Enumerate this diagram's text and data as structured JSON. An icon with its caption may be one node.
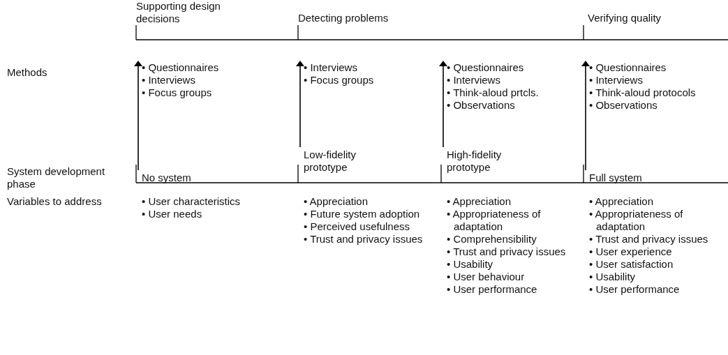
{
  "diagram": {
    "nodes": [
      {
        "text": [
          "• Questionnaires",
          "• Interviews",
          "• Focus groups"
        ]
      },
      {
        "text": [
          "• Interviews",
          "• Focus groups"
        ]
      },
      {
        "text": [
          "• Questionnaires",
          "• Interviews",
          "• Think-aloud prtcls.",
          "• Observations"
        ]
      },
      {
        "text": [
          "• Questionnaires",
          "• Interviews",
          "• Think-aloud protocols",
          "• Observations"
        ]
      },
      {
        "text": [
          "No system"
        ]
      },
      {
        "text": [
          "Low-fidelity prototype"
        ]
      },
      {
        "text": [
          "High-fidelity prototype"
        ]
      },
      {
        "text": [
          "Full system"
        ]
      }
    ],
    "edges": [
      {
        "from": 4,
        "to": 0,
        "arrow": "to"
      },
      {
        "from": 5,
        "to": 1,
        "arrow": "to"
      },
      {
        "from": 6,
        "to": 2,
        "arrow": "to"
      },
      {
        "from": 7,
        "to": 3,
        "arrow": "to"
      }
    ],
    "labels": [
      "Supporting design decisions",
      "Detecting problems",
      "Verifying quality",
      "Methods",
      "System development phase",
      "Variables to address",
      "• User characteristics",
      "• User needs",
      "• Appreciation",
      "• Future system adoption",
      "• Perceived usefulness",
      "• Trust and privacy issues",
      "• Appreciation",
      "• Appropriateness of adaptation",
      "• Comprehensibility",
      "• Trust and privacy issues",
      "• Usability",
      "• User behaviour",
      "• User performance",
      "• Appreciation",
      "• Appropriateness of adaptation",
      "• Trust and privacy issues",
      "• User experience",
      "• User satisfaction",
      "• Usability",
      "• User performance"
    ]
  }
}
